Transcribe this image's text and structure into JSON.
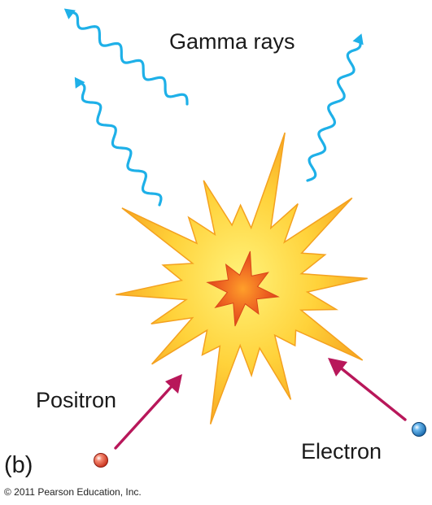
{
  "labels": {
    "gamma_rays": "Gamma rays",
    "positron": "Positron",
    "electron": "Electron",
    "panel": "(b)",
    "copyright": "© 2011 Pearson Education, Inc."
  },
  "colors": {
    "gamma_ray": "#1eb0e8",
    "burst_outer": "#f9b233",
    "burst_inner": "#ffe14d",
    "core_outer": "#e9561f",
    "core_inner": "#ff9f2a",
    "particle_arrow": "#b8175a",
    "positron": "#e2452a",
    "electron": "#2b8fd2"
  },
  "icons": {
    "gamma_ray": "wavy-arrow-icon",
    "particle_track": "straight-arrow-icon",
    "positron": "red-sphere-icon",
    "electron": "blue-sphere-icon",
    "annihilation": "explosion-burst-icon"
  }
}
